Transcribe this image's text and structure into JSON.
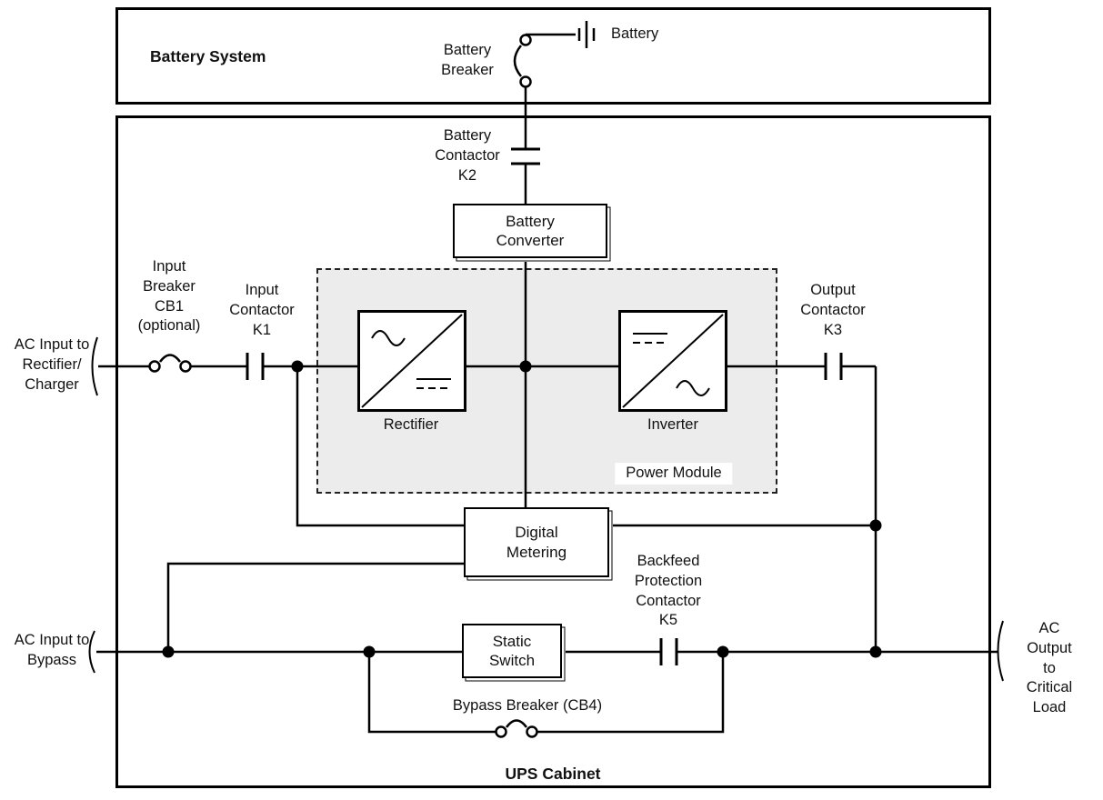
{
  "battery_system_title": "Battery System",
  "ups_cabinet_title": "UPS Cabinet",
  "power_module_label": "Power Module",
  "components": {
    "battery_converter": "Battery\nConverter",
    "digital_metering": "Digital\nMetering",
    "static_switch": "Static\nSwitch"
  },
  "labels": {
    "battery": "Battery",
    "battery_breaker": "Battery\nBreaker",
    "battery_contactor_k2": "Battery\nContactor\nK2",
    "input_breaker_cb1": "Input\nBreaker\nCB1\n(optional)",
    "input_contactor_k1": "Input\nContactor\nK1",
    "output_contactor_k3": "Output\nContactor\nK3",
    "rectifier": "Rectifier",
    "inverter": "Inverter",
    "backfeed_protection_contactor_k5": "Backfeed\nProtection\nContactor\nK5",
    "bypass_breaker_cb4": "Bypass Breaker (CB4)",
    "ac_input_rectifier": "AC Input to\nRectifier/\nCharger",
    "ac_input_bypass": "AC Input to\nBypass",
    "ac_output": "AC Output\nto Critical\nLoad"
  },
  "colors": {
    "line": "#000000",
    "power_module_fill": "#ececec",
    "background": "#ffffff"
  }
}
